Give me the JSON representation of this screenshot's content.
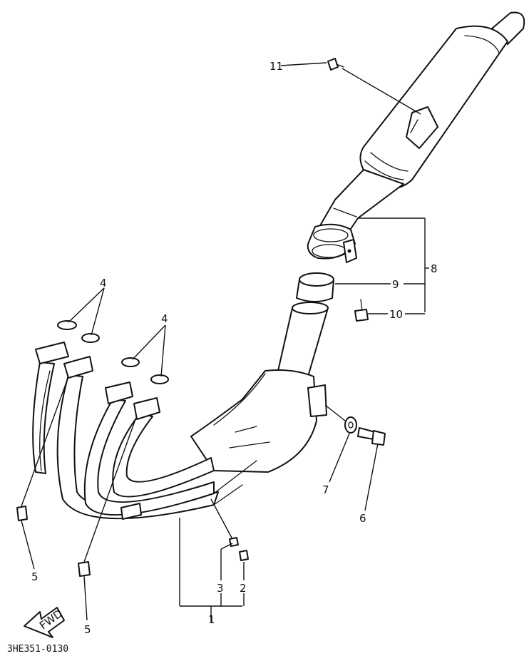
{
  "diagram": {
    "code": "3HE351-0130",
    "fwd_label": "FWD",
    "callouts": [
      "1",
      "2",
      "3",
      "4",
      "4",
      "5",
      "5",
      "6",
      "7",
      "8",
      "9",
      "10",
      "11"
    ]
  }
}
